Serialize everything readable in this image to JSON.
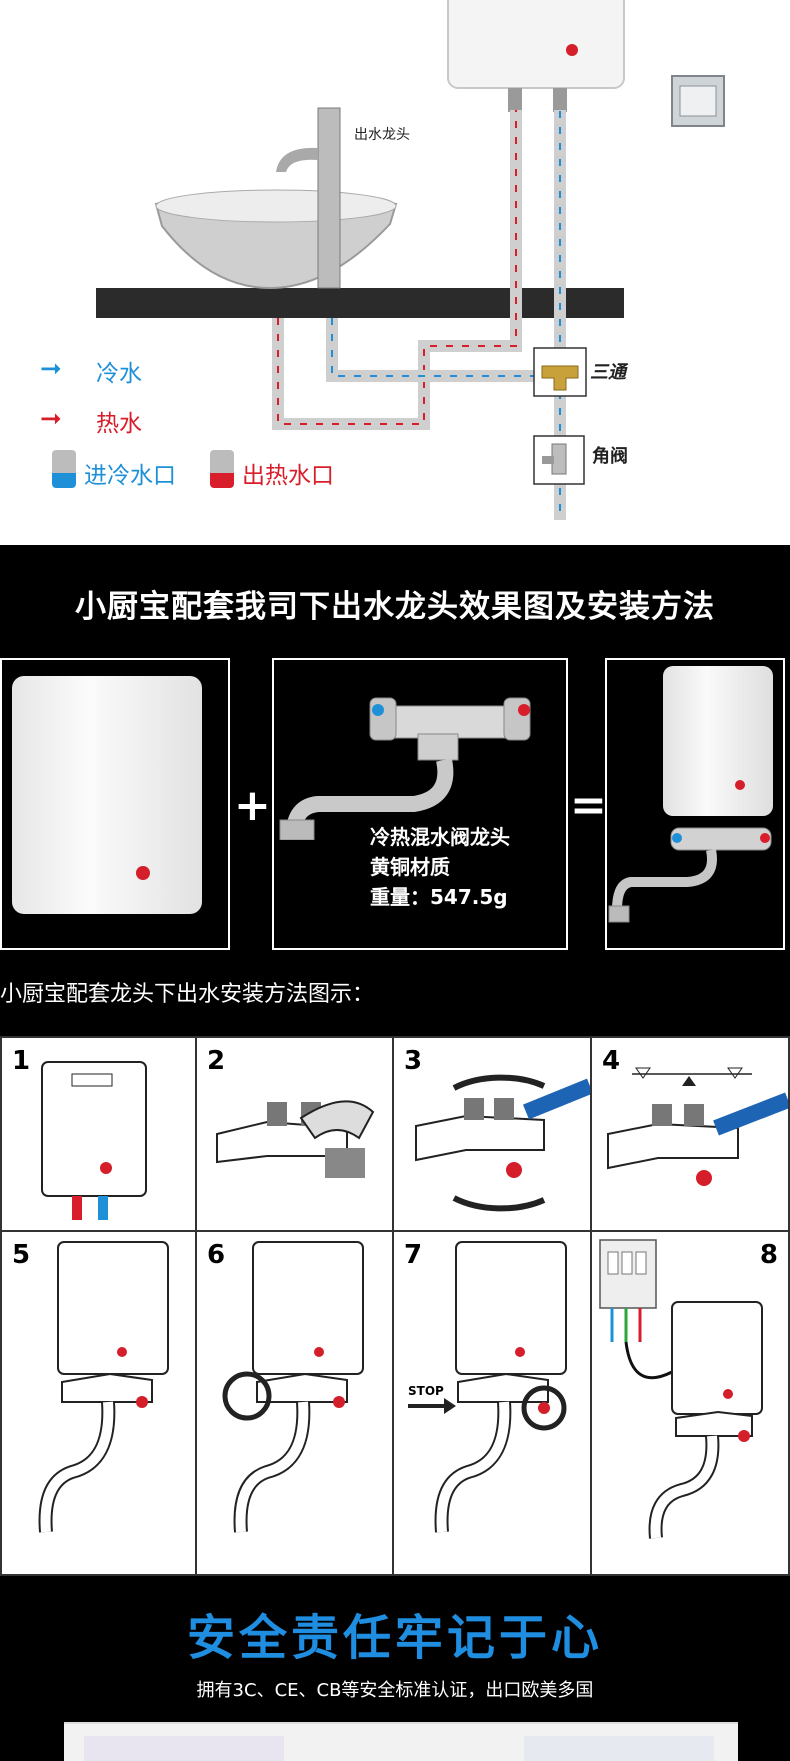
{
  "diagram": {
    "faucet_label": "出水龙头",
    "tee_label": "三通",
    "angle_valve_label": "角阀",
    "legend": {
      "cold_label": "冷水",
      "hot_label": "热水",
      "cold_inlet_label": "进冷水口",
      "hot_outlet_label": "出热水口"
    }
  },
  "promo": {
    "title": "小厨宝配套我司下出水龙头效果图及安装方法",
    "plus": "+",
    "equals": "=",
    "faucet_desc": [
      "冷热混水阀龙头",
      "黄铜材质",
      "重量：547.5g"
    ]
  },
  "install": {
    "caption": "小厨宝配套龙头下出水安装方法图示：",
    "steps": [
      "1",
      "2",
      "3",
      "4",
      "5",
      "6",
      "7",
      "8"
    ],
    "stop_label": "STOP"
  },
  "cert": {
    "title": "安全责任牢记于心",
    "subtitle": "拥有3C、CE、CB等安全标准认证，出口欧美多国"
  },
  "colors": {
    "cold": "#1e90d8",
    "hot": "#d81e2a",
    "accent": "#1f8de0"
  }
}
